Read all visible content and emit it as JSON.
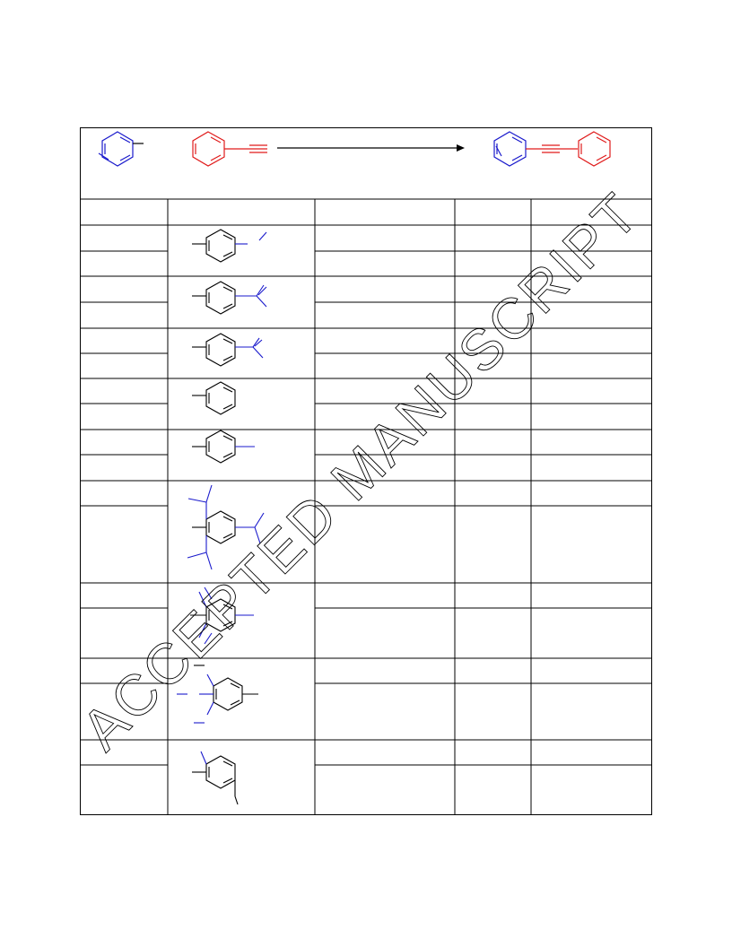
{
  "page": {
    "watermark": "ACCEPTED MANUSCRIPT"
  },
  "colors": {
    "aryl_reactant": "#1a1acc",
    "alkyne_reactant": "#e01b1b",
    "bond": "#000000",
    "watermark_outline": "#000000"
  },
  "scheme": {
    "reagents_above_arrow": "",
    "conditions_below_arrow": ""
  },
  "table": {
    "columns": [
      "",
      "",
      "",
      "",
      ""
    ],
    "rows": [
      {
        "entry": "",
        "conditions": "",
        "yield": "",
        "note": ""
      },
      {
        "entry": "",
        "conditions": "",
        "yield": "",
        "note": ""
      },
      {
        "entry": "",
        "conditions": "",
        "yield": "",
        "note": ""
      },
      {
        "entry": "",
        "conditions": "",
        "yield": "",
        "note": ""
      },
      {
        "entry": "",
        "conditions": "",
        "yield": "",
        "note": ""
      },
      {
        "entry": "",
        "conditions": "",
        "yield": "",
        "note": ""
      },
      {
        "entry": "",
        "conditions": "",
        "yield": "",
        "note": ""
      },
      {
        "entry": "",
        "conditions": "",
        "yield": "",
        "note": ""
      },
      {
        "entry": "",
        "conditions": "",
        "yield": "",
        "note": ""
      },
      {
        "entry": "",
        "conditions": "",
        "yield": "",
        "note": ""
      },
      {
        "entry": "",
        "conditions": "",
        "yield": "",
        "note": ""
      },
      {
        "entry": "",
        "conditions": "",
        "yield": "",
        "note": ""
      },
      {
        "entry": "",
        "conditions": "",
        "yield": "",
        "note": ""
      },
      {
        "entry": "",
        "conditions": "",
        "yield": "",
        "note": ""
      },
      {
        "entry": "",
        "conditions": "",
        "yield": "",
        "note": ""
      },
      {
        "entry": "",
        "conditions": "",
        "yield": "",
        "note": ""
      },
      {
        "entry": "",
        "conditions": "",
        "yield": "",
        "note": ""
      },
      {
        "entry": "",
        "conditions": "",
        "yield": "",
        "note": ""
      }
    ],
    "substrates": [
      {
        "name": "4-substituted aryl (vinyl-type group)",
        "group": "para"
      },
      {
        "name": "4-substituted aryl (branched group)",
        "group": "para"
      },
      {
        "name": "4-substituted aryl (branched group)",
        "group": "para"
      },
      {
        "name": "phenyl",
        "group": "none"
      },
      {
        "name": "4-methylphenyl",
        "group": "para"
      },
      {
        "name": "2,4,6-tri(branched)aryl",
        "group": "tri"
      },
      {
        "name": "2,4,6-trisubstituted aryl",
        "group": "tri"
      },
      {
        "name": "2,4-disubstituted aryl",
        "group": "di"
      },
      {
        "name": "2,4-dimethylaryl",
        "group": "di"
      }
    ]
  }
}
